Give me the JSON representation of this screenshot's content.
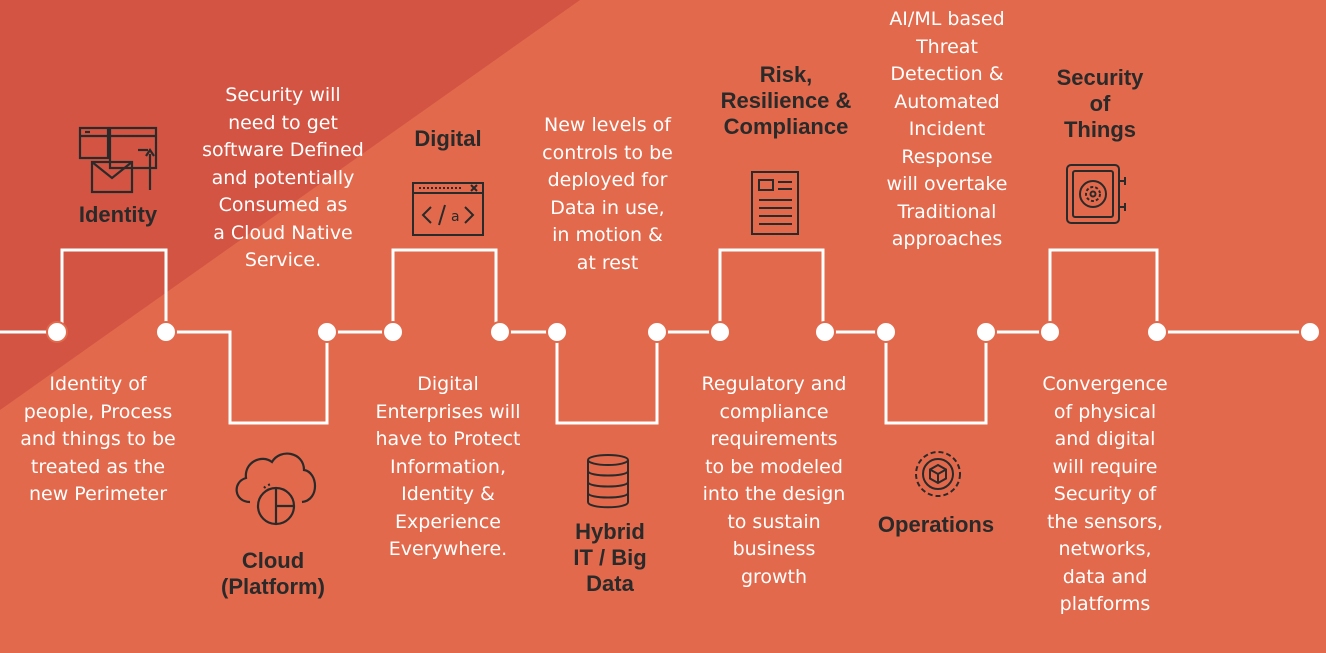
{
  "colors": {
    "background": "#e2694b",
    "corner": "#d35443",
    "line": "#ffffff",
    "title_text": "#2a2a2a",
    "body_text": "#ffffff"
  },
  "stages": [
    {
      "id": "identity",
      "title": "Identity",
      "description": "Identity of\npeople, Process\nand things to be\ntreated as the\nnew Perimeter",
      "icon": "identity-documents-icon"
    },
    {
      "id": "cloud",
      "title": "Cloud\n(Platform)",
      "description": "Security will\nneed  to get\nsoftware Defined\nand potentially\nConsumed as\na Cloud Native\nService.",
      "icon": "cloud-chart-icon"
    },
    {
      "id": "digital",
      "title": "Digital",
      "description": "Digital\nEnterprises will\nhave to Protect\nInformation,\nIdentity &\nExperience\nEverywhere.",
      "icon": "code-window-icon"
    },
    {
      "id": "hybrid-it",
      "title": "Hybrid\nIT / Big\nData",
      "description": "New levels of\ncontrols to be\ndeployed for\nData in use,\nin motion &\nat rest",
      "icon": "database-icon"
    },
    {
      "id": "risk",
      "title": "Risk,\nResilience &\nCompliance",
      "description": "Regulatory and\ncompliance\nrequirements\nto be modeled\ninto the design\nto sustain\nbusiness\ngrowth",
      "icon": "document-icon"
    },
    {
      "id": "operations",
      "title": "Operations",
      "description": "AI/ML based\nThreat\nDetection &\nAutomated\nIncident\nResponse\nwill overtake\nTraditional\napproaches",
      "icon": "gear-icon"
    },
    {
      "id": "things",
      "title": "Security\nof\nThings",
      "description": "Convergence\nof physical\nand digital\nwill  require\nSecurity of\nthe sensors,\nnetworks,\ndata and\nplatforms",
      "icon": "safe-icon"
    }
  ]
}
